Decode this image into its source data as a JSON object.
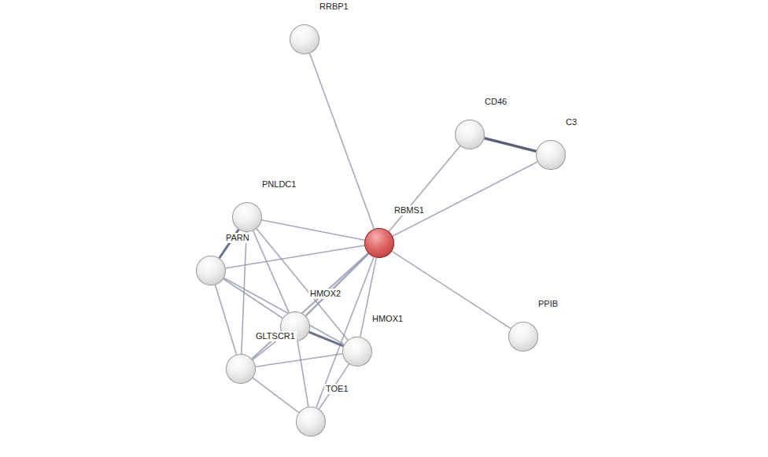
{
  "diagram": {
    "nodes": [
      {
        "text": [
          "RRBP1"
        ]
      },
      {
        "text": [
          "CD46"
        ]
      },
      {
        "text": [
          "C3"
        ]
      },
      {
        "text": [
          "PNLDC1"
        ]
      },
      {
        "text": [
          "RBMS1"
        ]
      },
      {
        "text": [
          "PARN"
        ]
      },
      {
        "text": [
          "HMOX2"
        ]
      },
      {
        "text": [
          "HMOX1"
        ]
      },
      {
        "text": [
          "PPIB"
        ]
      },
      {
        "text": [
          "GLTSCR1"
        ]
      },
      {
        "text": [
          "TOE1"
        ]
      }
    ],
    "edges": [
      {
        "from": 4,
        "to": 0,
        "arrow": "none"
      },
      {
        "from": 4,
        "to": 1,
        "arrow": "none"
      },
      {
        "from": 4,
        "to": 2,
        "arrow": "none"
      },
      {
        "from": 1,
        "to": 2,
        "arrow": "none"
      },
      {
        "from": 4,
        "to": 8,
        "arrow": "none"
      },
      {
        "from": 4,
        "to": 3,
        "arrow": "none"
      },
      {
        "from": 4,
        "to": 5,
        "arrow": "none"
      },
      {
        "from": 4,
        "to": 6,
        "arrow": "none"
      },
      {
        "from": 4,
        "to": 7,
        "arrow": "none"
      },
      {
        "from": 4,
        "to": 10,
        "arrow": "none"
      },
      {
        "from": 4,
        "to": 9,
        "arrow": "none"
      },
      {
        "from": 3,
        "to": 5,
        "arrow": "none"
      },
      {
        "from": 3,
        "to": 6,
        "arrow": "none"
      },
      {
        "from": 3,
        "to": 7,
        "arrow": "none"
      },
      {
        "from": 3,
        "to": 9,
        "arrow": "none"
      },
      {
        "from": 5,
        "to": 6,
        "arrow": "none"
      },
      {
        "from": 5,
        "to": 9,
        "arrow": "none"
      },
      {
        "from": 5,
        "to": 7,
        "arrow": "none"
      },
      {
        "from": 6,
        "to": 7,
        "arrow": "none"
      },
      {
        "from": 6,
        "to": 9,
        "arrow": "none"
      },
      {
        "from": 6,
        "to": 10,
        "arrow": "none"
      },
      {
        "from": 7,
        "to": 9,
        "arrow": "none"
      },
      {
        "from": 7,
        "to": 10,
        "arrow": "none"
      },
      {
        "from": 9,
        "to": 10,
        "arrow": "none"
      }
    ]
  }
}
